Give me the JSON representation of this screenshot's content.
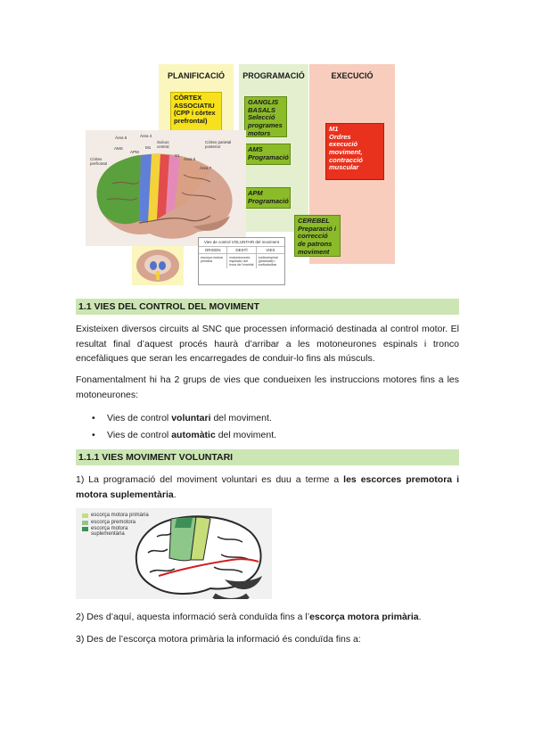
{
  "diagram": {
    "headers": {
      "plan": "PLANIFICACIÓ",
      "prog": "PROGRAMACIÓ",
      "exec": "EXECUCIÓ"
    },
    "boxes": {
      "cortex_title": "CÒRTEX ASSOCIATIU",
      "cortex_sub": "(CPP i còrtex prefrontal)",
      "ganglis": "GANGLIS BASALS",
      "ganglis_sub": "Selecció programes motors",
      "ams": "AMS",
      "ams_sub": "Programació",
      "apm": "APM",
      "apm_sub": "Programació",
      "m1": "M1",
      "m1_sub": "Ordres execució moviment, contracció muscular",
      "cerebel": "CEREBEL",
      "cerebel_sub": "Preparació i correcció de patrons moviment"
    },
    "brain_labels": [
      "Àrea 6",
      "Àrea 4",
      "AMS",
      "M1",
      "Sulcus central",
      "Còrtex parietal posterior",
      "Còrtex prefrontal",
      "APM",
      "S1",
      "Àrea 5",
      "Àrea 7"
    ],
    "mini_table": {
      "title": "Vies de control VOLUNTARI del moviment",
      "headers": [
        "ORIGEN",
        "DESTÍ",
        "VIES"
      ],
      "cells": [
        "escorça motora primària",
        "motoneurones espinals i del tronc de l'encèfal",
        "corticoespinal (piramidal) i corticobulbar"
      ]
    }
  },
  "section1": {
    "title": "1.1 VIES DEL CONTROL DEL MOVIMENT"
  },
  "para1": "Existeixen diversos circuits al SNC que processen informació destinada al control motor. El resultat final d’aquest procés haurà d’arribar a les motoneurones espinals i tronco encefàliques que seran les encarregades de conduir-lo fins als músculs.",
  "para2": "Fonamentalment hi ha 2 grups de vies que condueixen les instruccions motores fins a les motoneurones:",
  "bullets": {
    "b1_pre": "Vies de control ",
    "b1_bold": "voluntari",
    "b1_post": " del moviment.",
    "b2_pre": "Vies de control ",
    "b2_bold": "automàtic",
    "b2_post": " del moviment.",
    "marker": "•"
  },
  "section2": {
    "title": "1.1.1 VIES MOVIMENT VOLUNTARI"
  },
  "para3": {
    "pre": "1) La programació del moviment voluntari es duu a terme a ",
    "bold": "les escorces premotora i motora suplementària",
    "post": "."
  },
  "legend": {
    "items": [
      {
        "label": "escorça motora primària",
        "color": "#c6dd7a"
      },
      {
        "label": "escorça premotora",
        "color": "#8dc78a"
      },
      {
        "label": "escorça motora suplementària",
        "color": "#3e8f57"
      }
    ]
  },
  "para4": {
    "pre": "2) Des d’aquí, aquesta informació serà conduïda fins a l’",
    "bold": "escorça motora primària",
    "post": "."
  },
  "para5": "3) Des de l’escorça motora primària la informació és conduïda fins a:"
}
